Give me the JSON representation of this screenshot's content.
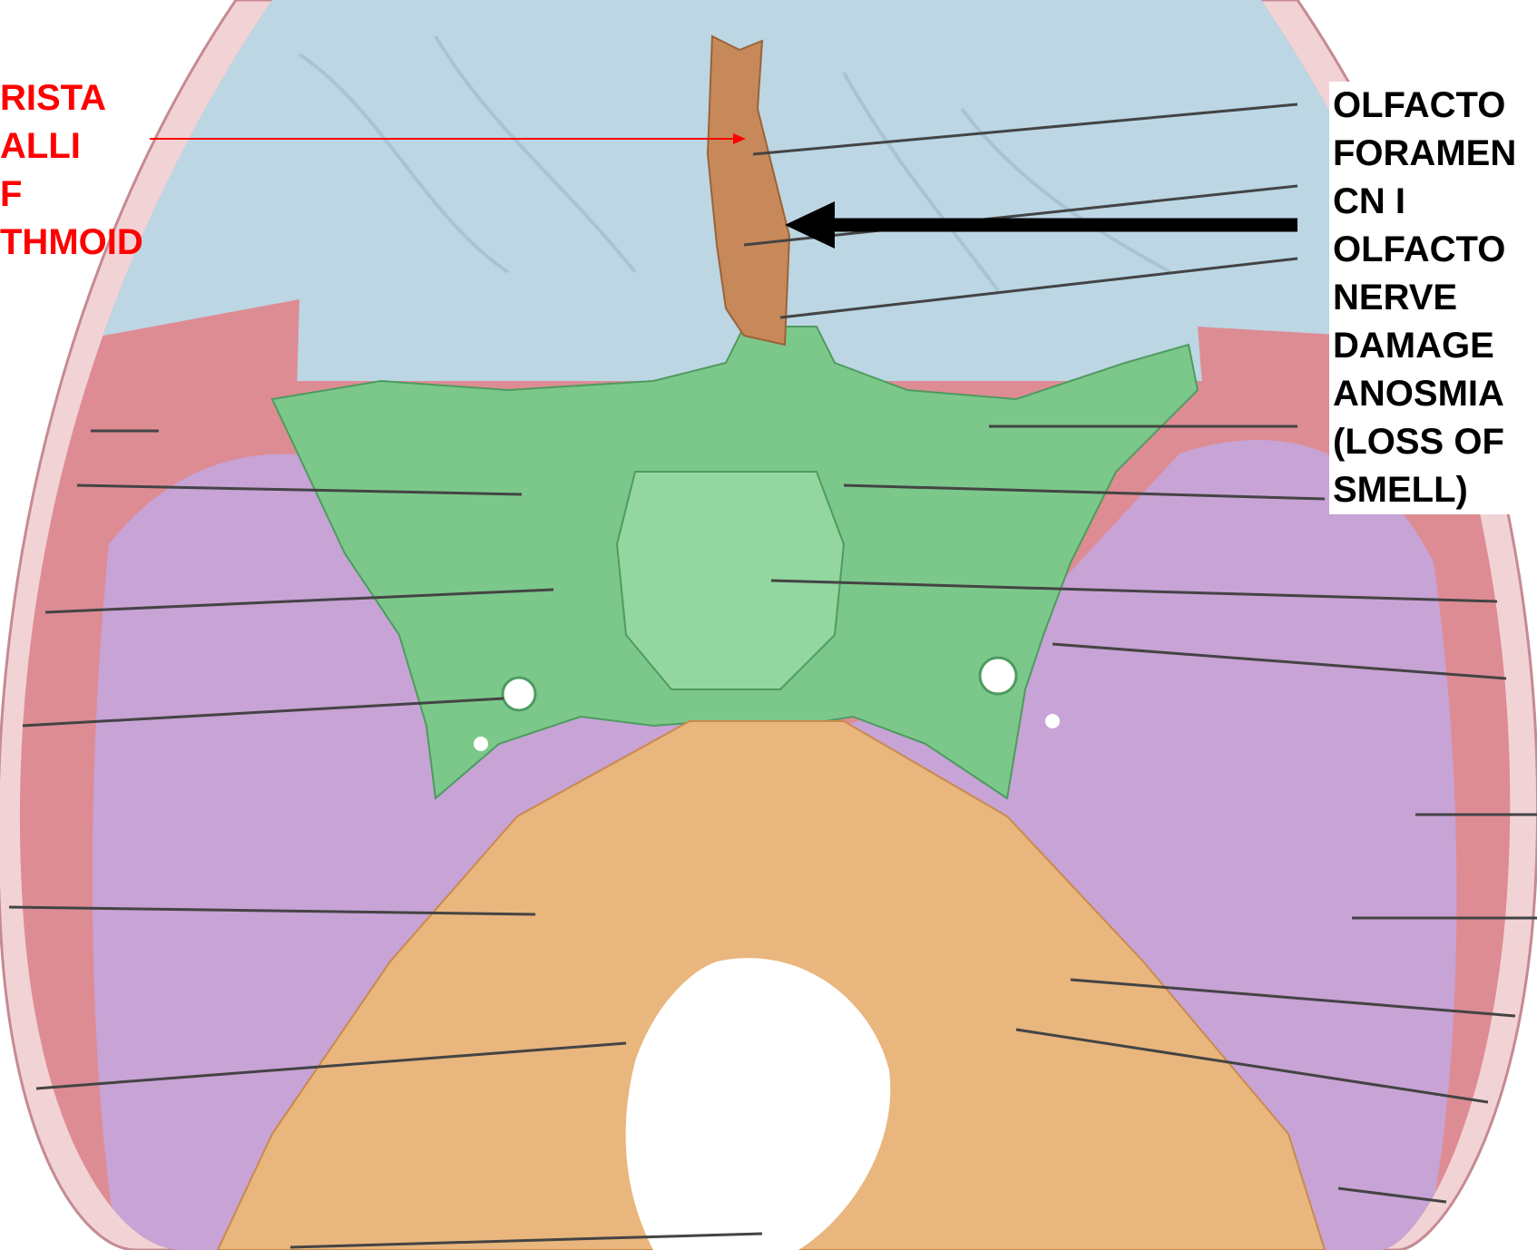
{
  "labels": {
    "crista_galli": [
      "RISTA",
      "ALLI",
      "F",
      "THMOID"
    ],
    "olfactory": [
      "OLFACTO",
      "FORAMEN",
      "CN I",
      "OLFACTO",
      "NERVE",
      "DAMAGE",
      "ANOSMIA",
      "(LOSS OF",
      "SMELL)"
    ]
  },
  "colors": {
    "background_brain": "#bcd6e4",
    "ethmoid": "#c8895a",
    "sphenoid": "#7cc88a",
    "temporal": "#c7a3d6",
    "occipital": "#e9b67e",
    "parietal_edge": "#de8c94",
    "skull_rim": "#efc9cc",
    "red_label": "#ff0000",
    "black_label": "#000000"
  }
}
